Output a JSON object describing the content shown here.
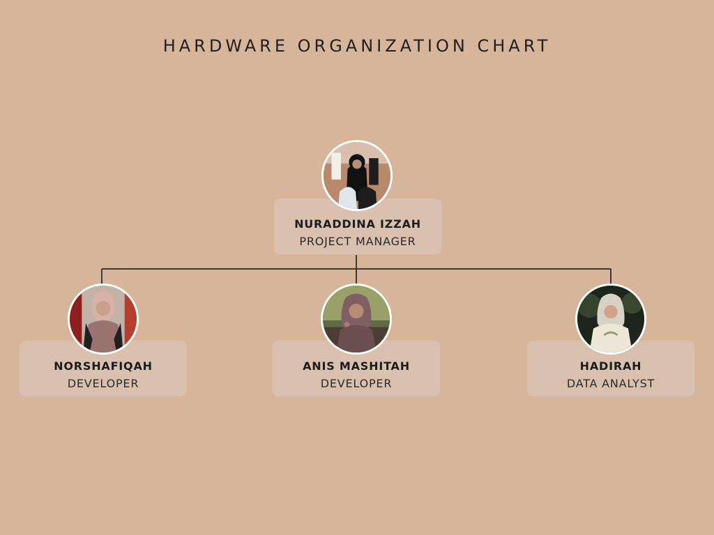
{
  "title": "HARDWARE ORGANIZATION CHART",
  "manager": {
    "name": "NURADDINA IZZAH",
    "role": "PROJECT MANAGER"
  },
  "members": [
    {
      "name": "NORSHAFIQAH",
      "role": "DEVELOPER"
    },
    {
      "name": "ANIS MASHITAH",
      "role": "DEVELOPER"
    },
    {
      "name": "HADIRAH",
      "role": "DATA ANALYST"
    }
  ],
  "colors": {
    "background": "#d7b59a",
    "card": "#dac1b0",
    "line": "#3a3a3a",
    "border": "#ffffff"
  }
}
